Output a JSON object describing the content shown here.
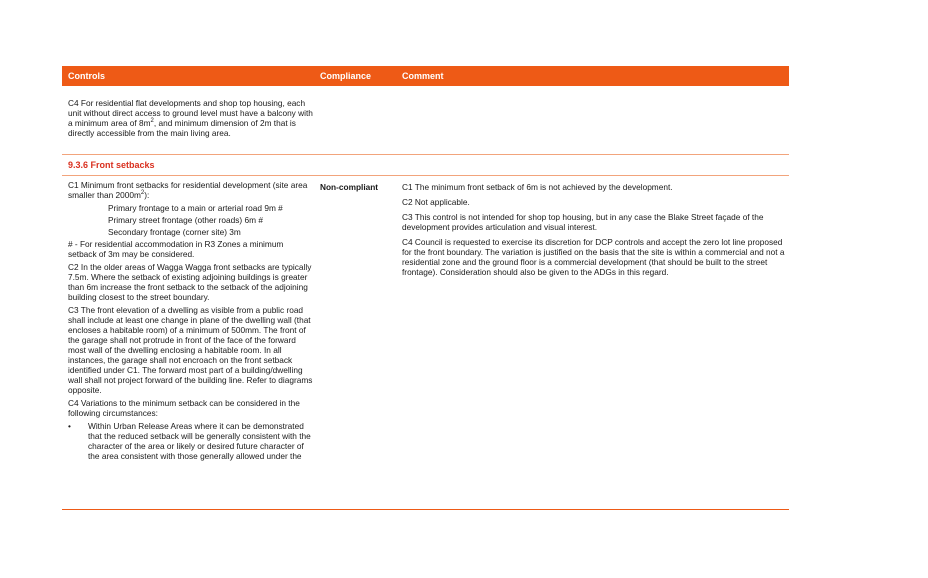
{
  "header": {
    "controls": "Controls",
    "compliance": "Compliance",
    "comment": "Comment"
  },
  "row_c4_top": {
    "text_before_sup": "C4 For residential flat developments and shop top housing, each unit without direct access to ground level must have a balcony with a minimum area of 8m",
    "sup": "2",
    "text_after_sup": ", and minimum dimension of 2m that is directly accessible from the main living area."
  },
  "section": {
    "title": "9.3.6 Front setbacks"
  },
  "setbacks": {
    "c1_intro_before_sup": "C1 Minimum front setbacks for residential development (site area smaller than 2000m",
    "c1_intro_sup": "2",
    "c1_intro_after_sup": "):",
    "c1_items": [
      "Primary frontage to a main or arterial road 9m #",
      "Primary street frontage (other roads) 6m #",
      "Secondary frontage (corner site) 3m"
    ],
    "c1_note": "# - For residential accommodation in R3 Zones a minimum setback of 3m may be considered.",
    "c2": "C2 In the older areas of Wagga Wagga front setbacks are typically 7.5m.  Where the setback of existing adjoining buildings is greater than 6m increase the front setback to the setback of the adjoining building closest to the street boundary.",
    "c3": "C3 The front elevation of a dwelling as visible from a public road shall include at least one change in plane of the dwelling wall (that encloses a habitable room) of a minimum of 500mm. The front of the garage shall not protrude in front of the face of the forward most wall of the dwelling enclosing a habitable room. In all instances, the garage shall not encroach on the front setback identified under C1. The forward most part of a building/dwelling wall shall not project forward of the building line. Refer to diagrams opposite.",
    "c4": "C4 Variations to the minimum setback can be considered in the following circumstances:",
    "c4_bullet": "Within Urban Release Areas where it can be demonstrated that the reduced setback will be generally consistent with the character of the area or likely or desired future character of the area consistent with those generally allowed under the",
    "compliance": "Non-compliant",
    "comments": [
      "C1 The minimum front setback of 6m is not achieved by the development.",
      "C2 Not applicable.",
      "C3 This control is not intended for shop top housing, but in any case the Blake Street façade of the development provides articulation and visual interest.",
      "C4 Council is requested to exercise its discretion for DCP controls and accept the zero lot line proposed for the front boundary.  The variation is justified on the basis that the site is within a commercial and not a residential zone and the ground floor is a commercial development (that should be built to the street frontage).  Consideration should also be given to the ADGs in this regard."
    ]
  },
  "colors": {
    "header_bg": "#ee5a16",
    "section_title": "#d92f1e",
    "rule": "#f2a47c"
  }
}
